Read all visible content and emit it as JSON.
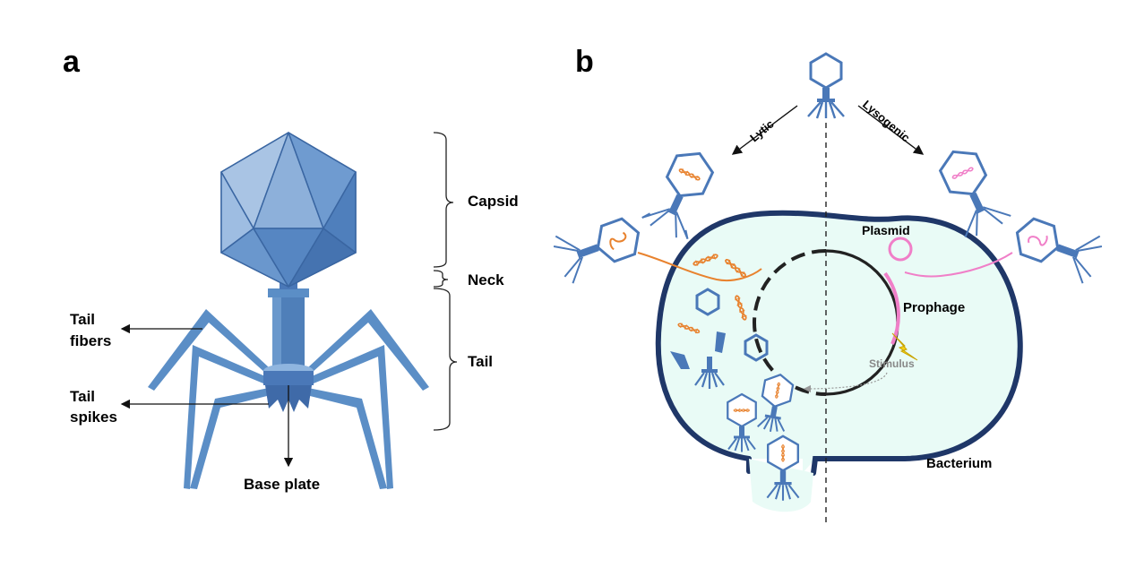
{
  "panels": {
    "a": {
      "letter": "a",
      "labels": {
        "capsid": "Capsid",
        "neck": "Neck",
        "tail": "Tail",
        "tail_fibers_1": "Tail",
        "tail_fibers_2": "fibers",
        "tail_spikes_1": "Tail",
        "tail_spikes_2": "spikes",
        "base_plate": "Base plate"
      }
    },
    "b": {
      "letter": "b",
      "labels": {
        "lytic": "Lytic",
        "lysogenic": "Lysogenic",
        "plasmid": "Plasmid",
        "prophage": "Prophage",
        "stimulus": "Stimulus",
        "bacterium": "Bacterium"
      }
    }
  },
  "colors": {
    "phage_blue": "#4a78b8",
    "phage_fill": "#5d8ec7",
    "dna_orange": "#e8822e",
    "prophage_pink": "#f07fc8",
    "cytoplasm": "#e9fbf6",
    "membrane": "#1f3768",
    "stimulus_yellow": "#f4d21a"
  }
}
